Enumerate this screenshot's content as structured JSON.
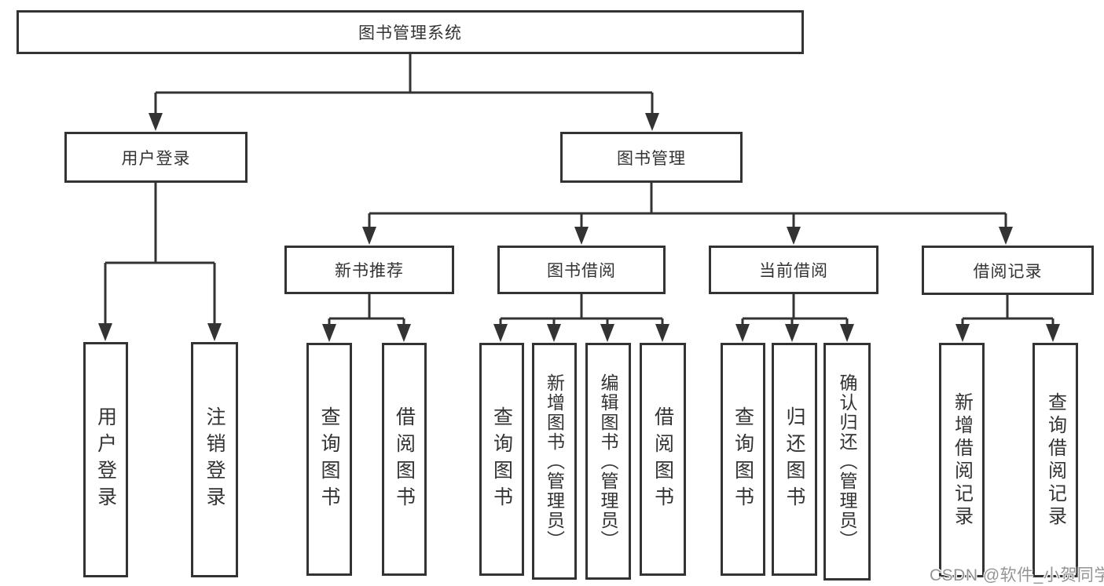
{
  "nodes": {
    "root": {
      "label": "图书管理系统"
    },
    "user_login": {
      "label": "用户登录"
    },
    "book_management": {
      "label": "图书管理"
    },
    "new_book_recommend": {
      "label": "新书推荐"
    },
    "book_borrowing": {
      "label": "图书借阅"
    },
    "current_borrowing": {
      "label": "当前借阅"
    },
    "borrowing_records": {
      "label": "借阅记录"
    },
    "leaf_user_login": {
      "label": "用户登录"
    },
    "leaf_logout": {
      "label": "注销登录"
    },
    "leaf_nb_query_books": {
      "label": "查询图书"
    },
    "leaf_nb_borrow_books": {
      "label": "借阅图书"
    },
    "leaf_bb_query_books": {
      "label": "查询图书"
    },
    "leaf_bb_add_books": {
      "label": "新增图书（管理员）"
    },
    "leaf_bb_edit_books": {
      "label": "编辑图书（管理员）"
    },
    "leaf_bb_borrow_books": {
      "label": "借阅图书"
    },
    "leaf_cb_query_books": {
      "label": "查询图书"
    },
    "leaf_cb_return_books": {
      "label": "归还图书"
    },
    "leaf_cb_confirm_return": {
      "label": "确认归还（管理员）"
    },
    "leaf_br_add_record": {
      "label": "新增借阅记录"
    },
    "leaf_br_query_record": {
      "label": "查询借阅记录"
    }
  },
  "watermark": {
    "text": "CSDN @软件_小贺同学"
  },
  "colors": {
    "line": "#333333",
    "text": "#333333",
    "watermark": "#949494",
    "background": "#ffffff"
  }
}
